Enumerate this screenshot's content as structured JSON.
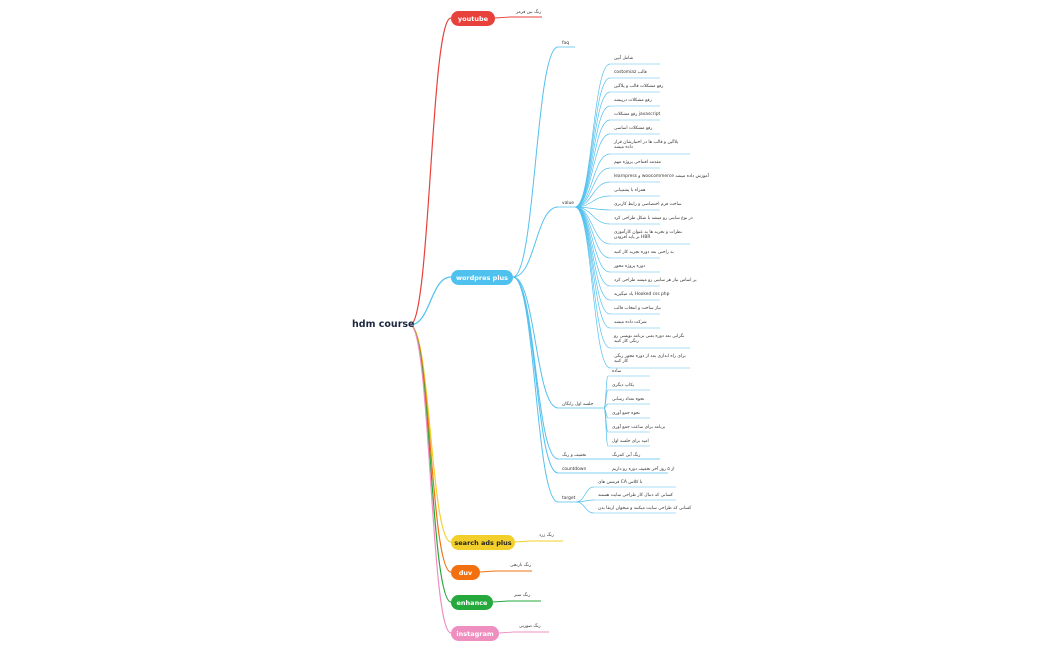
{
  "root": "hdm course",
  "colors": {
    "youtube": "#e8403a",
    "wordpress": "#4ec1ee",
    "search": "#f2cf2a",
    "duv": "#f2700f",
    "enhance": "#25a83c",
    "instagram": "#ef8fc0",
    "wire_blue": "#52c0ee"
  },
  "branches": {
    "youtube": {
      "label": "youtube",
      "child": "رنگ بین قرمز"
    },
    "wordpress": {
      "label": "wordpres  plus"
    },
    "search": {
      "label": "search ads plus",
      "child": "رنگ زرد"
    },
    "duv": {
      "label": "duv",
      "child": "رنگ نارنجی"
    },
    "enhance": {
      "label": "enhance",
      "child": "رنگ سبز"
    },
    "instagram": {
      "label": "instagram",
      "child": "رنگ صورتی"
    }
  },
  "wp": {
    "faq": "faq",
    "value": "value",
    "values": [
      "شامل آیین",
      "costomiaz قالب",
      "رفع مشکلات قالب و پلاگین",
      "رفع مشکلات درپیشه",
      "رفع مشکلات javascript",
      "رفع مشکلات اساسی",
      "پلاگین و قالب ها در اختیارشان قرار داده میشه",
      "مقدمه افتتاحی پروژه مهم",
      "learnpress و woocommerce آموزش داده میشه",
      "همراه با پشتیبانی",
      "ساخت فرم اختصاصی و رابط کاربری",
      "در نوع سایتی رو میشه با شکل طراحی کرد",
      "نظرات و تجربه ها به عنوان کارآموزی بر پایه افزودن HBR",
      "به راحتی بعد دوره تجربه کار کنید",
      "دوره پروژه محور",
      "بر اساس نیاز هر سایتی رو میشه طراحی کرد",
      "یاد میگیرید Hooked css php",
      "نیاز ساخت و انتخاب قالب",
      "شرکت داده میشه",
      "نگرانی بعد دوره یعنی برنامه نویسی رو رنگی کار کنید",
      "برای راه اندازی بعد از دوره محور رنگی کار کنید"
    ],
    "first_session": "جلسه اول رایگان",
    "first_session_items": [
      "ساده",
      "یکاپ دیگری",
      "نحوه تعداد رسانی",
      "نحوه جمع آوری",
      "برنامه برای ساعت جمع آوری",
      "امید برای جلسه اول"
    ],
    "discount": "تخفیف و رنگ",
    "discount_item": "رنگ آبی کمرنگ",
    "countdown": "countdown",
    "countdown_item": "از ۵ روز آخر تخفیف دوره رو داریم",
    "target": "target",
    "target_items": [
      "فرشتن های CA تا کلاس",
      "کسانی که دنبال کار طراحی سایت هستند",
      "کسانی که طراحی سایت میکنند و میخوان ارتقا بدن"
    ]
  }
}
